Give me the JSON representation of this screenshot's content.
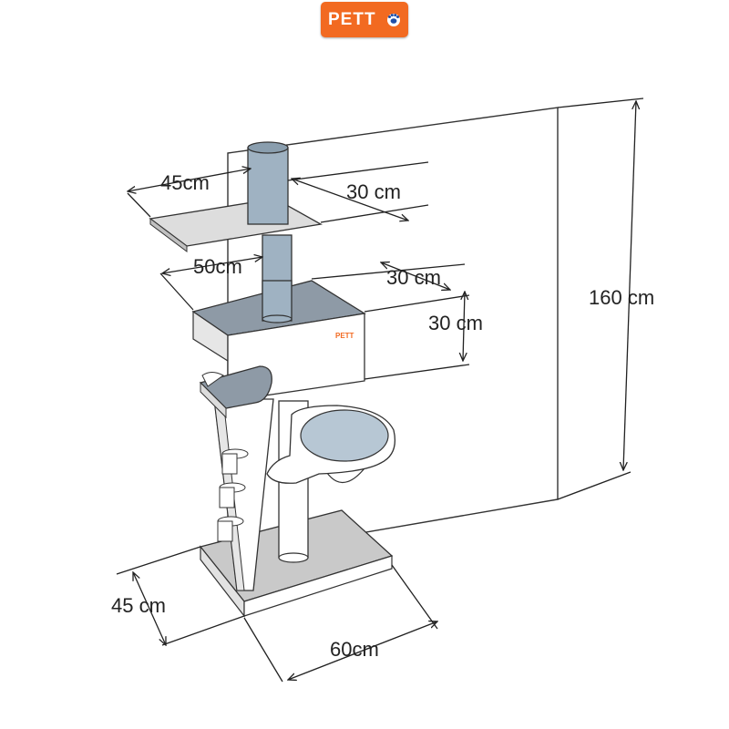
{
  "logo": {
    "text": "PETT",
    "icon": "paw-icon",
    "brand_color": "#f26a21"
  },
  "dimensions": {
    "height": "160 cm",
    "top_shelf_width": "45cm",
    "top_shelf_depth": "30 cm",
    "box_width": "50cm",
    "box_depth": "30 cm",
    "box_height": "30 cm",
    "base_depth": "45 cm",
    "base_width": "60cm"
  },
  "product_logo_text": "PETT"
}
